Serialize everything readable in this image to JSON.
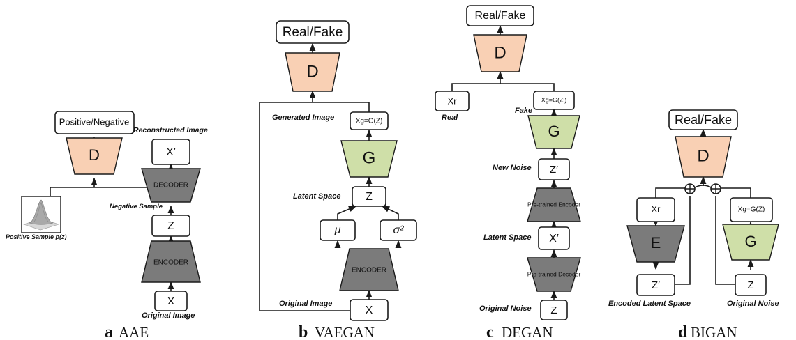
{
  "aae": {
    "output": "Positive/Negative",
    "D": "D",
    "xprime": "X′",
    "decoder": "DECODER",
    "z": "Z",
    "encoder": "ENCODER",
    "x": "X",
    "reconstructed_label": "Reconstructed Image",
    "negative_label": "Negative Sample",
    "positive_label": "Positive Sample p(z)",
    "original_label": "Original Image",
    "caption_letter": "a",
    "caption_name": "AAE"
  },
  "vaegan": {
    "output": "Real/Fake",
    "D": "D",
    "xg": "Xg=G(Z)",
    "G": "G",
    "z": "Z",
    "mu": "μ",
    "sigma": "σ²",
    "encoder": "ENCODER",
    "x": "X",
    "generated_label": "Generated Image",
    "latent_label": "Latent Space",
    "original_label": "Original Image",
    "caption_letter": "b",
    "caption_name": "VAEGAN"
  },
  "degan": {
    "output": "Real/Fake",
    "D": "D",
    "xr": "Xr",
    "xg": "Xg=G(Z′)",
    "G": "G",
    "zprime": "Z′",
    "pre_encoder": "Pre-trained Encoder",
    "xprime": "X′",
    "pre_decoder": "Pre-trained Decoder",
    "z": "Z",
    "real_label": "Real",
    "fake_label": "Fake",
    "new_noise_label": "New Noise",
    "latent_label": "Latent Space",
    "original_noise_label": "Original Noise",
    "caption_letter": "c",
    "caption_name": "DEGAN"
  },
  "bigan": {
    "output": "Real/Fake",
    "D": "D",
    "xr": "Xr",
    "E": "E",
    "zprime": "Z′",
    "xg": "Xg=G(Z)",
    "G": "G",
    "z": "Z",
    "encoded_label": "Encoded Latent Space",
    "original_noise_label": "Original Noise",
    "caption_letter": "d",
    "caption_name": "BIGAN"
  }
}
